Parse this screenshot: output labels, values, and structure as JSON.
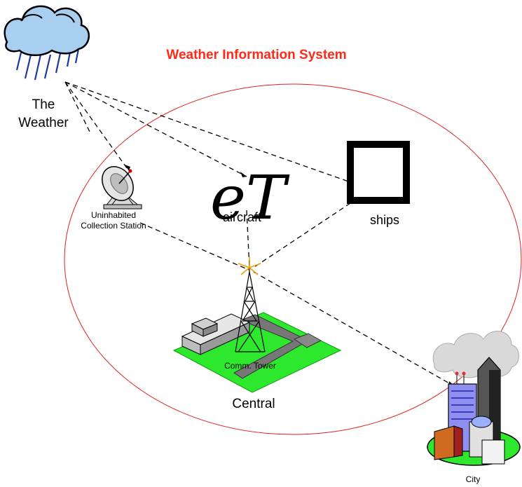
{
  "title": "Weather Information System",
  "colors": {
    "title": "#ff2a1a",
    "system_circle": "#e02020",
    "ground": "#2ee82e"
  },
  "nodes": {
    "weather": {
      "label_line1": "The",
      "label_line2": "Weather"
    },
    "station": {
      "label_line1": "Uninhabited",
      "label_line2": "Collection Station"
    },
    "aircraft": {
      "label": "aircraft",
      "glyph": "eT"
    },
    "ships": {
      "label": "ships"
    },
    "tower": {
      "label": "Comm. Tower"
    },
    "central": {
      "label": "Central"
    },
    "city": {
      "label": "City"
    }
  },
  "icons": [
    "storm-cloud-icon",
    "satellite-dish-icon",
    "ship-placeholder-icon",
    "radio-tower-icon",
    "city-icon"
  ]
}
